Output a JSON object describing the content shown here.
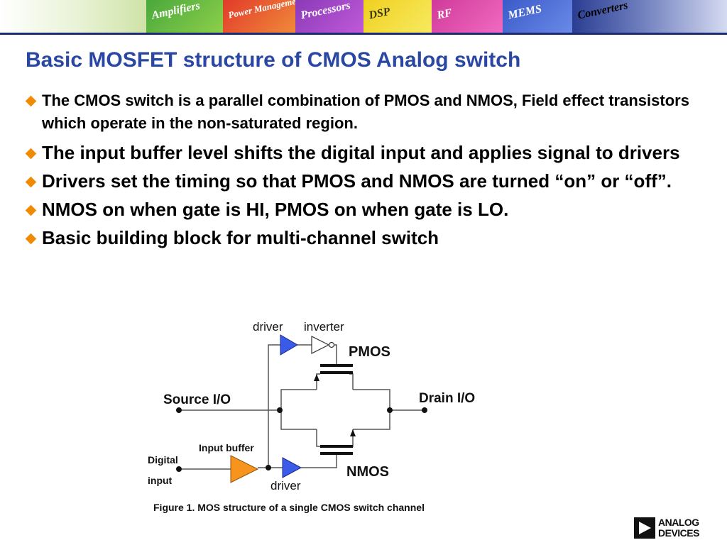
{
  "banner": {
    "tiles": [
      "Amplifiers",
      "Power Management",
      "Processors",
      "DSP",
      "RF",
      "MEMS",
      "Converters"
    ],
    "colors": [
      "#4aa83c",
      "#e23a2a",
      "#8a3ab8",
      "#f0d020",
      "#d03a9a",
      "#3a5ac8"
    ]
  },
  "title": "Basic MOSFET structure of CMOS Analog switch",
  "bullets": [
    "The CMOS switch is a parallel combination of PMOS and NMOS, Field effect transistors which operate in the non-saturated region.",
    "The input buffer level shifts the digital input and applies signal to drivers",
    "Drivers set the timing so that PMOS and NMOS are turned “on” or “off”.",
    "NMOS on when gate is HI, PMOS on when gate is LO.",
    "Basic building block for multi-channel switch"
  ],
  "figure": {
    "labels": {
      "driver_top": "driver",
      "inverter": "inverter",
      "pmos": "PMOS",
      "source": "Source I/O",
      "drain": "Drain I/O",
      "input_buffer": "Input buffer",
      "digital": "Digital",
      "input": "input",
      "nmos": "NMOS",
      "driver_bottom": "driver"
    },
    "caption": "Figure 1.  MOS structure of a single CMOS switch channel",
    "colors": {
      "driver": "#3a5ae8",
      "buffer": "#f7941d"
    }
  },
  "logo": {
    "line1": "ANALOG",
    "line2": "DEVICES"
  }
}
